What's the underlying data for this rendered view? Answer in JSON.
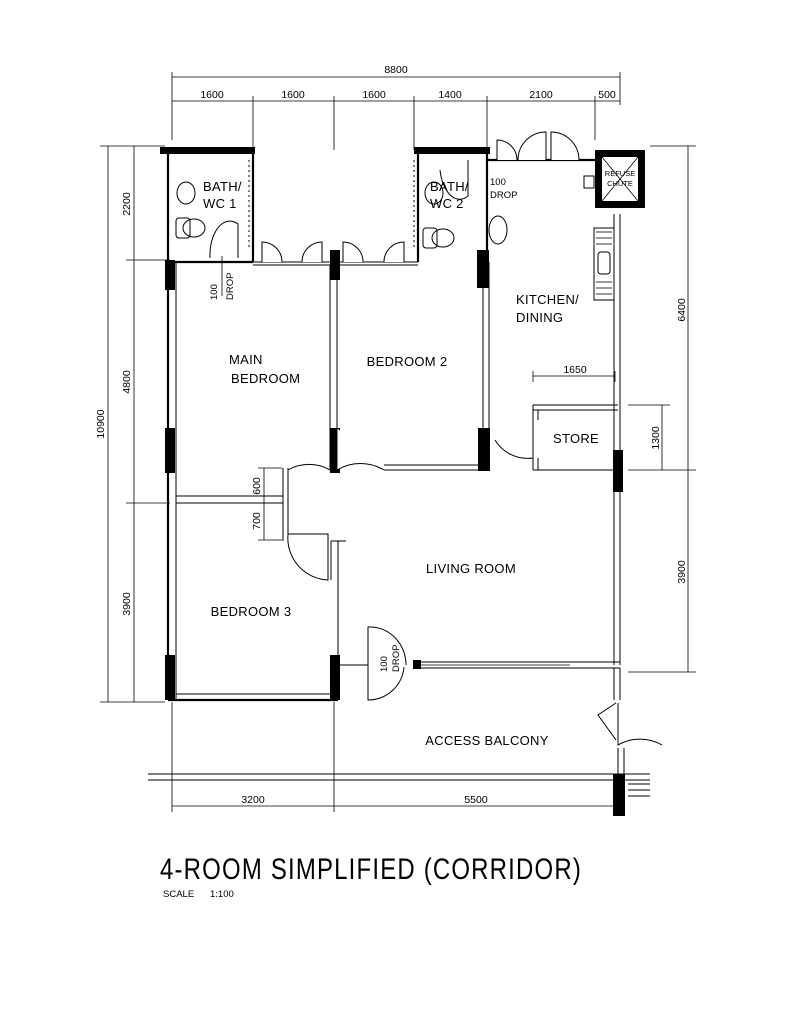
{
  "plan": {
    "title": "4-ROOM SIMPLIFIED (CORRIDOR)",
    "scale_label": "SCALE",
    "scale_value": "1:100"
  },
  "rooms": {
    "bath_wc_1_line1": "BATH/",
    "bath_wc_1_line2": "WC 1",
    "bath_wc_2_line1": "BATH/",
    "bath_wc_2_line2": "WC 2",
    "refuse_chute_line1": "REFUSE",
    "refuse_chute_line2": "CHUTE",
    "main_bedroom_line1": "MAIN",
    "main_bedroom_line2": "BEDROOM",
    "bedroom_2": "BEDROOM 2",
    "kitchen_line1": "KITCHEN/",
    "kitchen_line2": "DINING",
    "store": "STORE",
    "living_room": "LIVING ROOM",
    "bedroom_3": "BEDROOM 3",
    "access_balcony": "ACCESS BALCONY"
  },
  "drops": {
    "value": "100",
    "label": "DROP"
  },
  "dimensions": {
    "top_total": "8800",
    "top_segments": [
      "1600",
      "1600",
      "1600",
      "1400",
      "2100",
      "500"
    ],
    "left_total": "10900",
    "left_segments": [
      "2200",
      "4800",
      "3900"
    ],
    "right_segments": [
      "6400",
      "1300",
      "3900"
    ],
    "bottom_segments": [
      "3200",
      "5500"
    ],
    "store_width": "1650",
    "corridor_upper": "600",
    "corridor_lower": "700"
  }
}
